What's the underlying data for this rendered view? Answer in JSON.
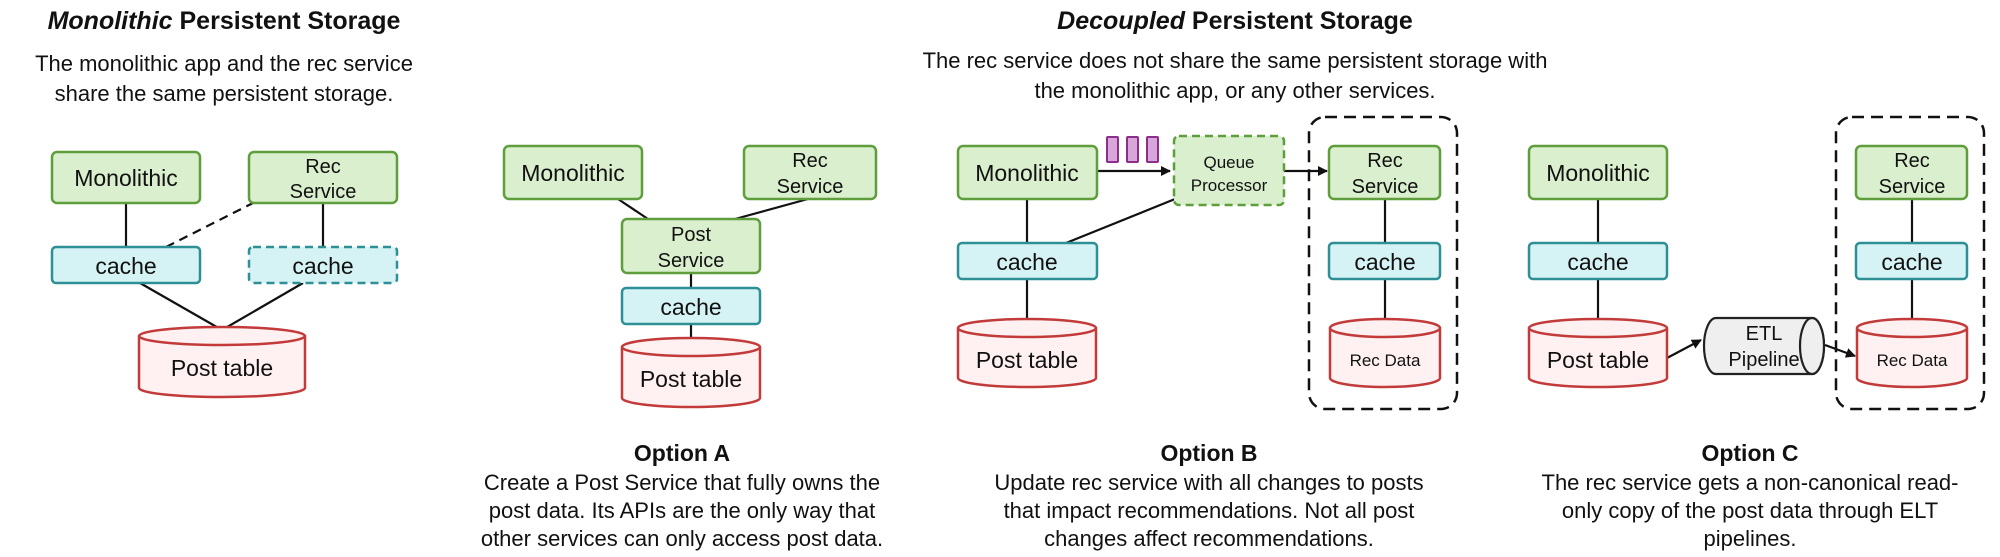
{
  "left": {
    "title_italic": "Monolithic",
    "title_rest": " Persistent Storage",
    "subtitle": [
      "The monolithic app and the rec service",
      "share the same persistent storage."
    ],
    "monolithic": "Monolithic",
    "rec_service": [
      "Rec",
      "Service"
    ],
    "cache_left": "cache",
    "cache_right": "cache",
    "post_table": "Post table"
  },
  "right": {
    "title_italic": "Decoupled",
    "title_rest": " Persistent Storage",
    "subtitle": [
      "The rec service does not share the same persistent storage with",
      "the monolithic app, or any other services."
    ]
  },
  "option_a": {
    "monolithic": "Monolithic",
    "rec_service": [
      "Rec",
      "Service"
    ],
    "post_service": [
      "Post",
      "Service"
    ],
    "cache": "cache",
    "post_table": "Post table",
    "heading": "Option A",
    "description": [
      "Create a Post Service that fully owns the",
      "post data. Its APIs are the only way that",
      "other services can only access post data."
    ]
  },
  "option_b": {
    "monolithic": "Monolithic",
    "queue_processor": [
      "Queue",
      "Processor"
    ],
    "rec_service": [
      "Rec",
      "Service"
    ],
    "cache_left": "cache",
    "cache_right": "cache",
    "post_table": "Post table",
    "rec_data": "Rec Data",
    "heading": "Option B",
    "description": [
      "Update rec service with all changes to posts",
      "that impact recommendations. Not all post",
      "changes affect recommendations."
    ]
  },
  "option_c": {
    "monolithic": "Monolithic",
    "rec_service": [
      "Rec",
      "Service"
    ],
    "cache_left": "cache",
    "cache_right": "cache",
    "post_table": "Post table",
    "etl_pipeline": [
      "ETL",
      "Pipeline"
    ],
    "rec_data": "Rec Data",
    "heading": "Option C",
    "description": [
      "The rec service gets a non-canonical read-",
      "only copy of the post data through ELT",
      "pipelines."
    ]
  }
}
